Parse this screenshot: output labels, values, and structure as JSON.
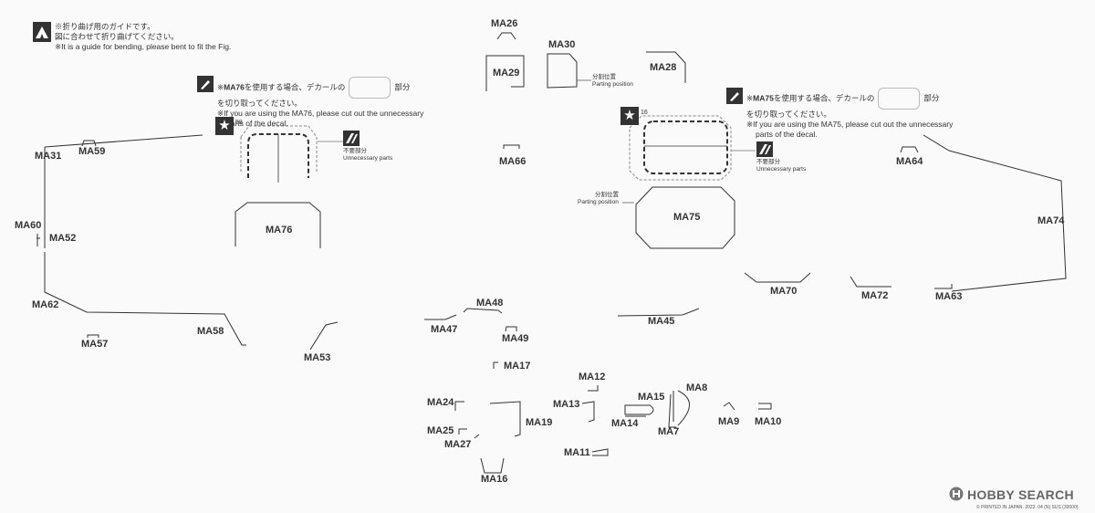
{
  "notes": {
    "bend_guide": {
      "line1": "※折り曲げ用のガイドです。",
      "line2": "図に合わせて折り曲げてください。",
      "line3": "※It is a guide for bending, please bent to fit the Fig."
    },
    "ma76_note": {
      "prefix": "※",
      "part": "MA76",
      "line1_rest": "を使用する場合、デカールの",
      "line1_end": "部分",
      "line2": "を切り取ってください。",
      "line3": "※If you are using the MA76, please cut out the unnecessary",
      "line4": "parts of the decal."
    },
    "ma75_note": {
      "prefix": "※",
      "part": "MA75",
      "line1_rest": "を使用する場合、デカールの",
      "line1_end": "部分",
      "line2": "を切り取ってください。",
      "line3": "※If you are using the MA75, please cut out the unnecessary",
      "line4": "parts of the decal."
    },
    "star_58": "58",
    "star_16": "16",
    "unnecessary_jp": "不要部分",
    "unnecessary_en": "Unnecessary parts",
    "parting_jp": "分割位置",
    "parting_en": "Parting position"
  },
  "parts": {
    "MA26": "MA26",
    "MA30": "MA30",
    "MA29": "MA29",
    "MA28": "MA28",
    "MA31": "MA31",
    "MA59": "MA59",
    "MA66": "MA66",
    "MA64": "MA64",
    "MA60": "MA60",
    "MA52": "MA52",
    "MA76": "MA76",
    "MA75": "MA75",
    "MA74": "MA74",
    "MA70": "MA70",
    "MA72": "MA72",
    "MA63": "MA63",
    "MA62": "MA62",
    "MA48": "MA48",
    "MA47": "MA47",
    "MA45": "MA45",
    "MA57": "MA57",
    "MA58": "MA58",
    "MA49": "MA49",
    "MA53": "MA53",
    "MA17": "MA17",
    "MA12": "MA12",
    "MA8": "MA8",
    "MA24": "MA24",
    "MA13": "MA13",
    "MA15": "MA15",
    "MA19": "MA19",
    "MA14": "MA14",
    "MA9": "MA9",
    "MA10": "MA10",
    "MA25": "MA25",
    "MA7": "MA7",
    "MA27": "MA27",
    "MA11": "MA11",
    "MA16": "MA16"
  },
  "footer": {
    "brand": "HOBBY SEARCH",
    "printed": "© PRINTED IN JAPAN. 2022. 04 (N) SUS (30000)"
  }
}
